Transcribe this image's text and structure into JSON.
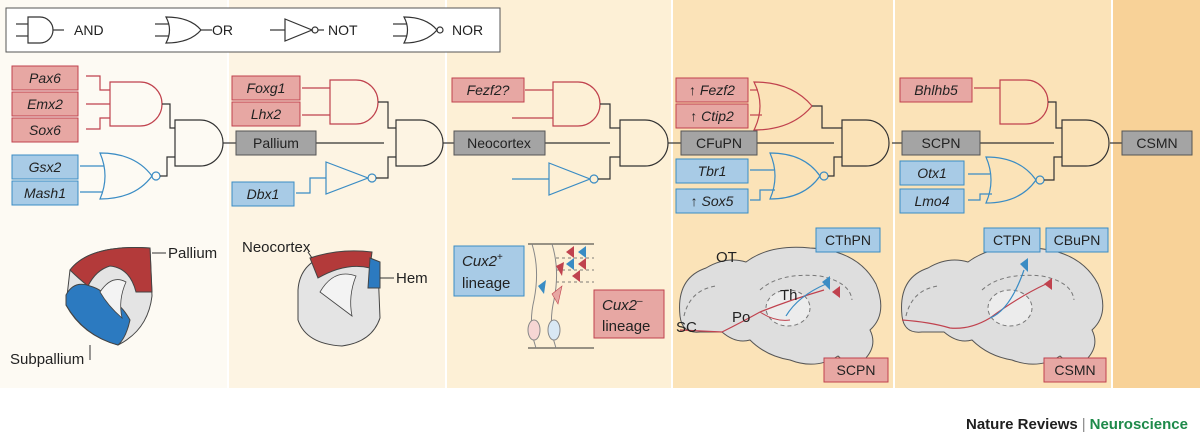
{
  "legend": {
    "and": "AND",
    "or": "OR",
    "not": "NOT",
    "nor": "NOR"
  },
  "genes": {
    "pax6": "Pax6",
    "emx2": "Emx2",
    "sox6": "Sox6",
    "gsx2": "Gsx2",
    "mash1": "Mash1",
    "foxg1": "Foxg1",
    "lhx2": "Lhx2",
    "dbx1": "Dbx1",
    "fezf2q": "Fezf2?",
    "fezf2up": "↑ Fezf2",
    "ctip2up": "↑ Ctip2",
    "tbr1": "Tbr1",
    "sox5up": "↑ Sox5",
    "bhlhb5": "Bhlhb5",
    "otx1": "Otx1",
    "lmo4": "Lmo4"
  },
  "stages": {
    "pallium": "Pallium",
    "neocortex": "Neocortex",
    "cfupn": "CFuPN",
    "scpn": "SCPN",
    "csmn": "CSMN"
  },
  "anatomy": {
    "pallium": "Pallium",
    "subpallium": "Subpallium",
    "neocortex": "Neocortex",
    "hem": "Hem",
    "cux2pos_a": "Cux2",
    "cux2pos_sup": "+",
    "cux2pos_b": "lineage",
    "cux2neg_a": "Cux2",
    "cux2neg_sup": "–",
    "cux2neg_b": "lineage",
    "cthpn": "CThPN",
    "ot": "OT",
    "th": "Th",
    "po": "Po",
    "sc": "SC",
    "scpn_tag": "SCPN",
    "ctpn": "CTPN",
    "cbupn": "CBuPN",
    "csmn_tag": "CSMN"
  },
  "credit": {
    "journal": "Nature Reviews",
    "separator": "|",
    "section": "Neuroscience"
  },
  "colors": {
    "red_fill": "#e7a7a3",
    "red_line": "#c0424e",
    "blue_fill": "#a8cbe6",
    "blue_line": "#3a8cc4",
    "stage_fill": "#a4a4a4",
    "panel_light": "#fdf8ee",
    "panel_mid": "#fdf0d8",
    "panel_orange": "#fbe0b0"
  }
}
